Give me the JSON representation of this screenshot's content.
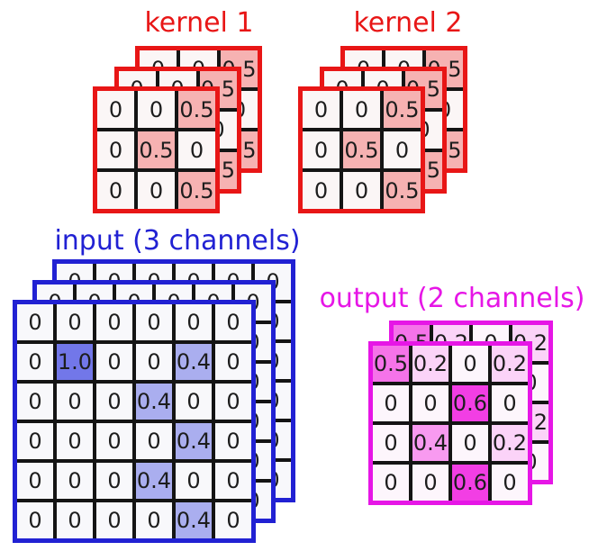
{
  "diagram": {
    "background": "#ffffff",
    "grid_line_color": "#141414",
    "number_color": "#1d1d1d",
    "panels": {
      "kernel1": {
        "title": "kernel 1",
        "color": "#e81616",
        "channels": 3,
        "rows": 3,
        "cols": 3,
        "matrix": [
          [
            "0",
            "0",
            "0.5"
          ],
          [
            "0",
            "0.5",
            "0"
          ],
          [
            "0",
            "0",
            "0.5"
          ]
        ],
        "value_colors": {
          "0": "#fbf6f6",
          "0.5": "#f6b2b2"
        }
      },
      "kernel2": {
        "title": "kernel 2",
        "color": "#e81616",
        "channels": 3,
        "rows": 3,
        "cols": 3,
        "matrix": [
          [
            "0",
            "0",
            "0.5"
          ],
          [
            "0",
            "0.5",
            "0"
          ],
          [
            "0",
            "0",
            "0.5"
          ]
        ],
        "value_colors": {
          "0": "#fbf6f6",
          "0.5": "#f6b2b2"
        }
      },
      "input": {
        "title": "input (3 channels)",
        "color": "#2121d3",
        "channels": 3,
        "rows": 6,
        "cols": 6,
        "matrix": [
          [
            "0",
            "0",
            "0",
            "0",
            "0",
            "0"
          ],
          [
            "0",
            "1.0",
            "0",
            "0",
            "0.4",
            "0"
          ],
          [
            "0",
            "0",
            "0",
            "0.4",
            "0",
            "0"
          ],
          [
            "0",
            "0",
            "0",
            "0",
            "0.4",
            "0"
          ],
          [
            "0",
            "0",
            "0",
            "0.4",
            "0",
            "0"
          ],
          [
            "0",
            "0",
            "0",
            "0",
            "0.4",
            "0"
          ]
        ],
        "value_colors": {
          "0": "#f8f8fb",
          "0.4": "#aaaeef",
          "1.0": "#7277e9"
        }
      },
      "output": {
        "title": "output (2 channels)",
        "color": "#e616e6",
        "channels": 2,
        "rows": 4,
        "cols": 4,
        "matrix": [
          [
            "0.5",
            "0.2",
            "0",
            "0.2"
          ],
          [
            "0",
            "0",
            "0.6",
            "0"
          ],
          [
            "0",
            "0.4",
            "0",
            "0.2"
          ],
          [
            "0",
            "0",
            "0.6",
            "0"
          ]
        ],
        "value_colors": {
          "0": "#fdf6fc",
          "0.2": "#fbd3f8",
          "0.4": "#f89af0",
          "0.5": "#f573e9",
          "0.6": "#f23ee4"
        }
      }
    }
  }
}
